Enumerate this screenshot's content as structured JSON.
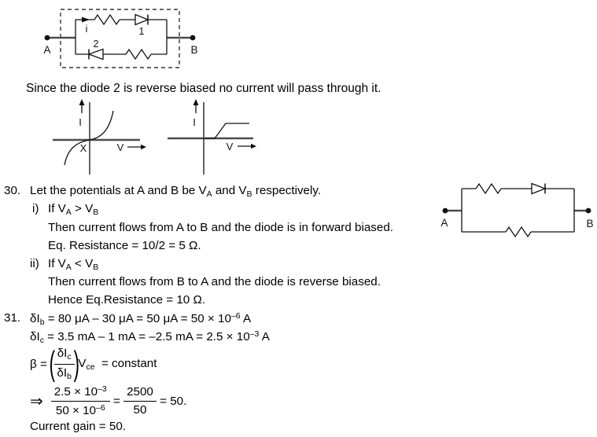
{
  "texts": {
    "sentence": "Since the diode 2 is reverse biased no current will pass through it."
  },
  "circuit_top": {
    "label_a": "A",
    "label_b": "B",
    "current_label": "i",
    "diode1_label": "1",
    "diode2_label": "2"
  },
  "graph_left": {
    "y_label": "I",
    "x_label": "V",
    "origin_label": "X"
  },
  "graph_right": {
    "y_label": "I",
    "x_label": "V"
  },
  "circuit_right": {
    "label_a": "A",
    "label_b": "B"
  },
  "q30": {
    "number": "30.",
    "intro": [
      {
        "t": "Let the potentials at A and B be V"
      },
      {
        "t": "A",
        "s": "sub"
      },
      {
        "t": " and V"
      },
      {
        "t": "B",
        "s": "sub"
      },
      {
        "t": " respectively."
      }
    ],
    "item_i_marker": "i)",
    "item_i_head": [
      {
        "t": "If V"
      },
      {
        "t": "A",
        "s": "sub"
      },
      {
        "t": " > V"
      },
      {
        "t": "B",
        "s": "sub"
      }
    ],
    "item_i_body1": "Then current flows from A to B and the diode is in forward biased.",
    "item_i_body2": "Eq. Resistance = 10/2 = 5 Ω.",
    "item_ii_marker": "ii)",
    "item_ii_head": [
      {
        "t": "If V"
      },
      {
        "t": "A",
        "s": "sub"
      },
      {
        "t": " < V"
      },
      {
        "t": "B",
        "s": "sub"
      }
    ],
    "item_ii_body1": "Then current flows from B to A and the diode is reverse biased.",
    "item_ii_body2": "Hence Eq.Resistance = 10 Ω."
  },
  "q31": {
    "number": "31.",
    "line1": [
      {
        "t": "δI"
      },
      {
        "t": "b",
        "s": "sub"
      },
      {
        "t": " = 80 μA – 30 μA = 50 μA = 50 × 10"
      },
      {
        "t": "–6",
        "s": "sup"
      },
      {
        "t": " A"
      }
    ],
    "line2": [
      {
        "t": "δI"
      },
      {
        "t": "c",
        "s": "sub"
      },
      {
        "t": " = 3.5 mA – 1 mA = –2.5 mA = 2.5 × 10"
      },
      {
        "t": "–3",
        "s": "sup"
      },
      {
        "t": " A"
      }
    ],
    "beta_lhs": "β = ",
    "paren_open": "(",
    "paren_close": ")",
    "beta_frac_num": [
      {
        "t": "δI"
      },
      {
        "t": "c",
        "s": "sub"
      }
    ],
    "beta_frac_den": [
      {
        "t": "δI"
      },
      {
        "t": "b",
        "s": "sub"
      }
    ],
    "beta_rhs": [
      {
        "t": "V"
      },
      {
        "t": "ce",
        "s": "sub"
      },
      {
        "t": "  = constant"
      }
    ],
    "implies": "⇒",
    "frac1_num": [
      {
        "t": "2.5 × 10"
      },
      {
        "t": "–3",
        "s": "sup"
      }
    ],
    "frac1_den": [
      {
        "t": "50 × 10"
      },
      {
        "t": "–6",
        "s": "sup"
      }
    ],
    "eq1": " = ",
    "frac2_num": "2500",
    "frac2_den": "50",
    "result": " = 50.",
    "current_gain": "Current gain = 50."
  }
}
